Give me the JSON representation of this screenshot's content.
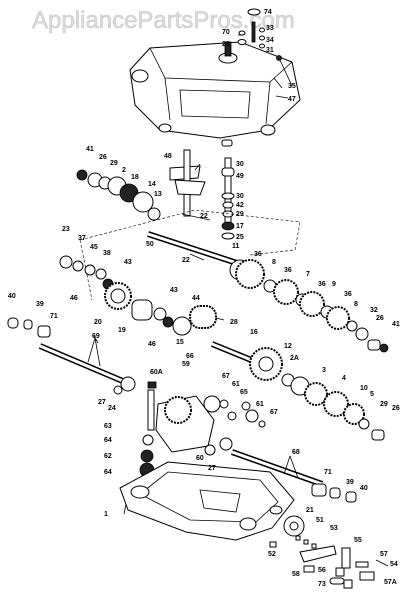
{
  "watermark": "AppliancePartsPros.com",
  "diagram": {
    "labels": [
      "74",
      "70",
      "29",
      "33",
      "34",
      "31",
      "35",
      "47",
      "30",
      "49",
      "48",
      "41",
      "26",
      "29",
      "2",
      "18",
      "14",
      "13",
      "30",
      "42",
      "29",
      "17",
      "25",
      "22",
      "50",
      "22",
      "23",
      "37",
      "45",
      "38",
      "43",
      "46",
      "20",
      "11",
      "36",
      "8",
      "36",
      "7",
      "36",
      "9",
      "36",
      "8",
      "32",
      "26",
      "41",
      "40",
      "39",
      "71",
      "19",
      "43",
      "44",
      "46",
      "15",
      "28",
      "16",
      "69",
      "66",
      "12",
      "2A",
      "3",
      "4",
      "10",
      "5",
      "29",
      "26",
      "27",
      "24",
      "60A",
      "59",
      "67",
      "61",
      "65",
      "61",
      "67",
      "63",
      "64",
      "62",
      "64",
      "60",
      "27",
      "68",
      "71",
      "39",
      "40",
      "1",
      "21",
      "51",
      "53",
      "52",
      "55",
      "57",
      "54",
      "56",
      "58",
      "73",
      "57A"
    ]
  }
}
